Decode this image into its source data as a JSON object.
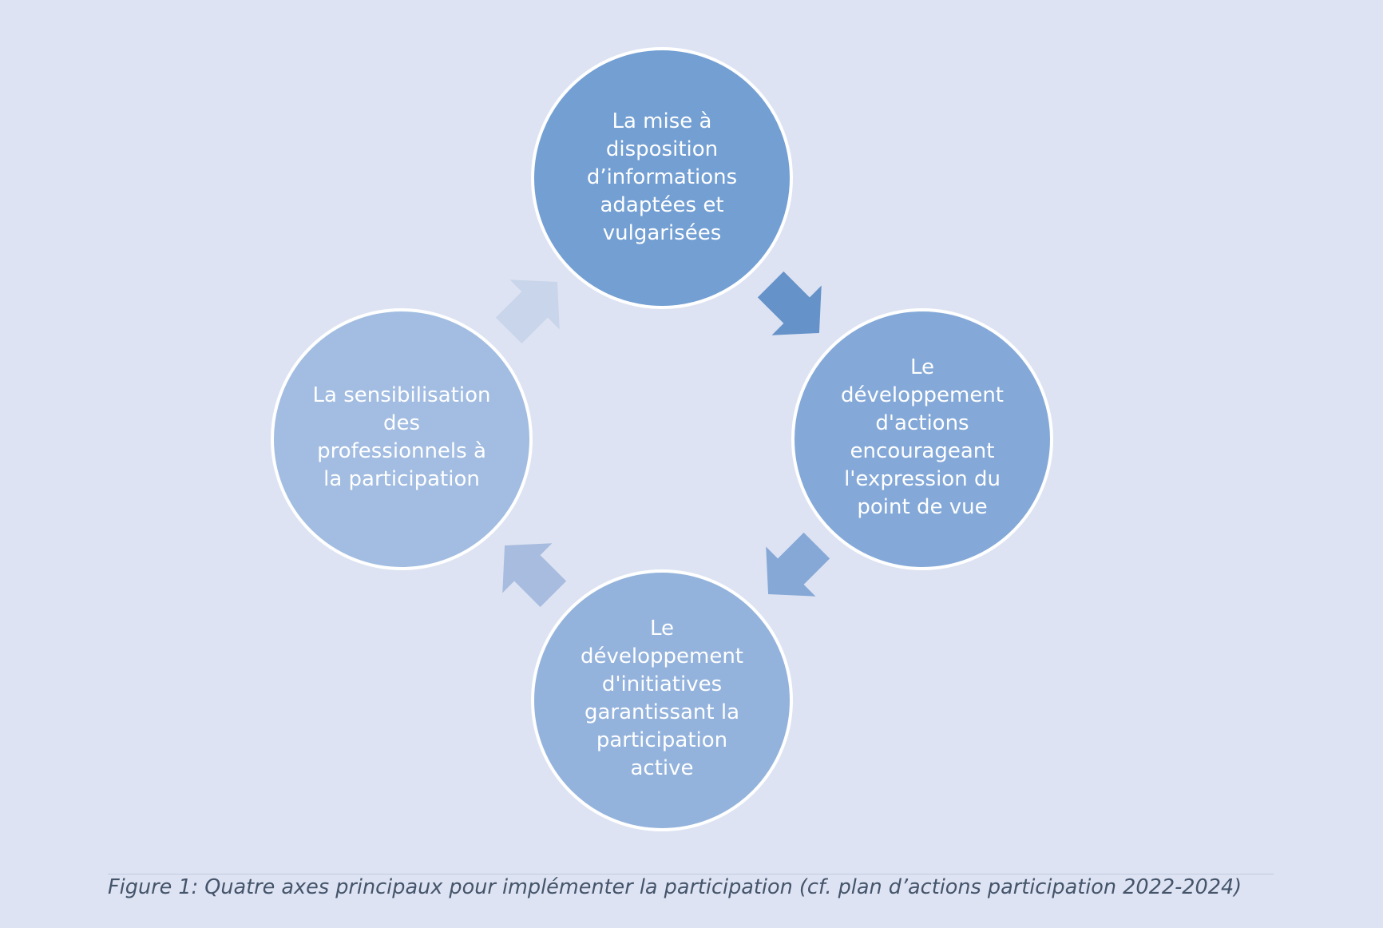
{
  "diagram": {
    "type": "cycle",
    "nodes": [
      {
        "id": "top",
        "label": "La mise à\ndisposition\nd’informations\nadaptées et\nvulgarisées",
        "color": "#739fd3"
      },
      {
        "id": "right",
        "label": "Le\ndéveloppement\nd'actions\nencourageant\nl'expression du\npoint de vue",
        "color": "#84a9d8"
      },
      {
        "id": "bottom",
        "label": "Le\ndéveloppement\nd'initiatives\ngarantissant la\nparticipation\nactive",
        "color": "#94b3dc"
      },
      {
        "id": "left",
        "label": "La sensibilisation\ndes\nprofessionnels à\nla participation",
        "color": "#a2bde1"
      }
    ],
    "arrows": [
      {
        "from": "top",
        "to": "right",
        "color": "#6592c8"
      },
      {
        "from": "right",
        "to": "bottom",
        "color": "#86a8d6"
      },
      {
        "from": "bottom",
        "to": "left",
        "color": "#a7bcdf"
      },
      {
        "from": "left",
        "to": "top",
        "color": "#c8d5ea"
      }
    ]
  },
  "caption": "Figure 1: Quatre axes principaux pour implémenter la participation (cf. plan d’actions participation 2022-2024)"
}
